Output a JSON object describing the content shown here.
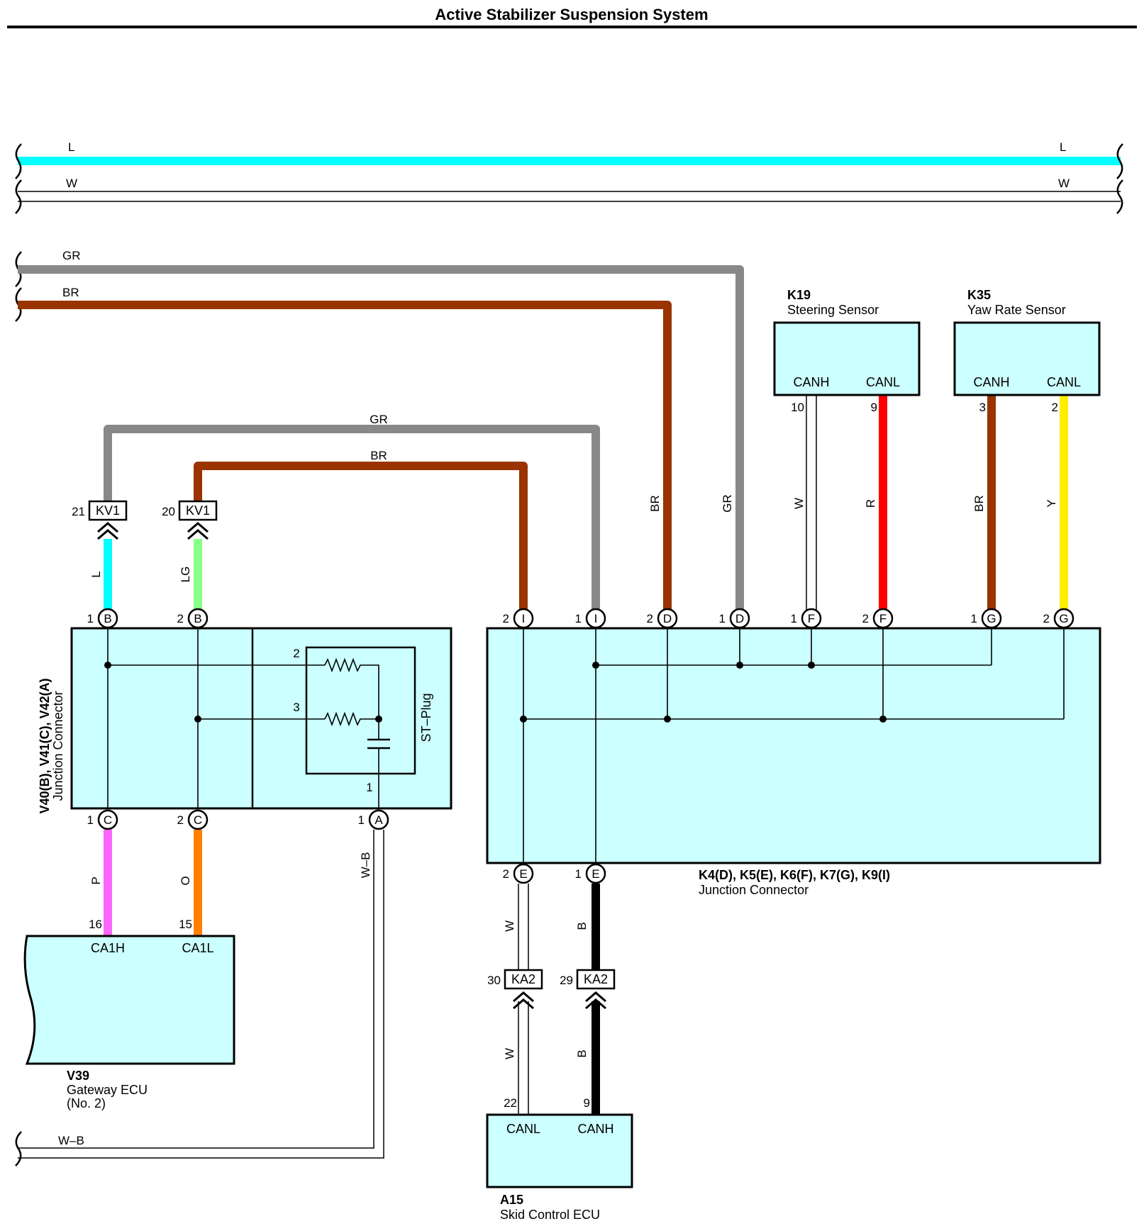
{
  "title": "Active Stabilizer Suspension System",
  "colors": {
    "L": "#00ffff",
    "W": "#ffffff",
    "GR": "#888888",
    "BR": "#993300",
    "LG": "#88ff88",
    "P": "#ff66ff",
    "O": "#ff8000",
    "R": "#ff0000",
    "Y": "#ffee00",
    "B": "#000000",
    "box_fill": "#ccffff"
  },
  "bus_lines": {
    "L_left": "L",
    "L_right": "L",
    "W_left": "W",
    "W_right": "W",
    "GR": "GR",
    "BR": "BR"
  },
  "components": {
    "k19": {
      "id": "K19",
      "name": "Steering Sensor",
      "pin_left": "CANH",
      "pin_right": "CANL",
      "num_left": "10",
      "num_right": "9"
    },
    "k35": {
      "id": "K35",
      "name": "Yaw Rate Sensor",
      "pin_left": "CANH",
      "pin_right": "CANL",
      "num_left": "3",
      "num_right": "2"
    },
    "v39": {
      "id": "V39",
      "name_line1": "Gateway ECU",
      "name_line2": "(No. 2)",
      "pin_left": "CA1H",
      "pin_right": "CA1L",
      "num_left": "16",
      "num_right": "15"
    },
    "a15": {
      "id": "A15",
      "name": "Skid Control ECU",
      "pin_left": "CANL",
      "pin_right": "CANH",
      "num_left": "22",
      "num_right": "9"
    },
    "jc_left": {
      "id": "V40(B), V41(C), V42(A)",
      "name": "Junction Connector",
      "st_plug": "ST–Plug",
      "res_num_top": "2",
      "res_num_mid": "3",
      "cap_num": "1"
    },
    "jc_right": {
      "id": "K4(D), K5(E), K6(F), K7(G), K9(I)",
      "name": "Junction Connector"
    }
  },
  "inline_connectors": {
    "kv1_a": {
      "label": "KV1",
      "pin": "21"
    },
    "kv1_b": {
      "label": "KV1",
      "pin": "20"
    },
    "ka2_a": {
      "label": "KA2",
      "pin": "30"
    },
    "ka2_b": {
      "label": "KA2",
      "pin": "29"
    }
  },
  "pins": {
    "b1": {
      "num": "1",
      "letter": "B"
    },
    "b2": {
      "num": "2",
      "letter": "B"
    },
    "c1": {
      "num": "1",
      "letter": "C"
    },
    "c2": {
      "num": "2",
      "letter": "C"
    },
    "a1": {
      "num": "1",
      "letter": "A"
    },
    "i2": {
      "num": "2",
      "letter": "I"
    },
    "i1": {
      "num": "1",
      "letter": "I"
    },
    "d2": {
      "num": "2",
      "letter": "D"
    },
    "d1": {
      "num": "1",
      "letter": "D"
    },
    "f1": {
      "num": "1",
      "letter": "F"
    },
    "f2": {
      "num": "2",
      "letter": "F"
    },
    "g1": {
      "num": "1",
      "letter": "G"
    },
    "g2": {
      "num": "2",
      "letter": "G"
    },
    "e2": {
      "num": "2",
      "letter": "E"
    },
    "e1": {
      "num": "1",
      "letter": "E"
    }
  },
  "wire_labels": {
    "gr_loop": "GR",
    "br_loop": "BR",
    "l_kv1": "L",
    "lg_kv1": "LG",
    "br_d": "BR",
    "gr_d": "GR",
    "w_k19": "W",
    "r_k19": "R",
    "br_k35": "BR",
    "y_k35": "Y",
    "p_v39": "P",
    "o_v39": "O",
    "wb_a": "W–B",
    "wb_bottom": "W–B",
    "w_e_top": "W",
    "b_e_top": "B",
    "w_e_bot": "W",
    "b_e_bot": "B"
  }
}
